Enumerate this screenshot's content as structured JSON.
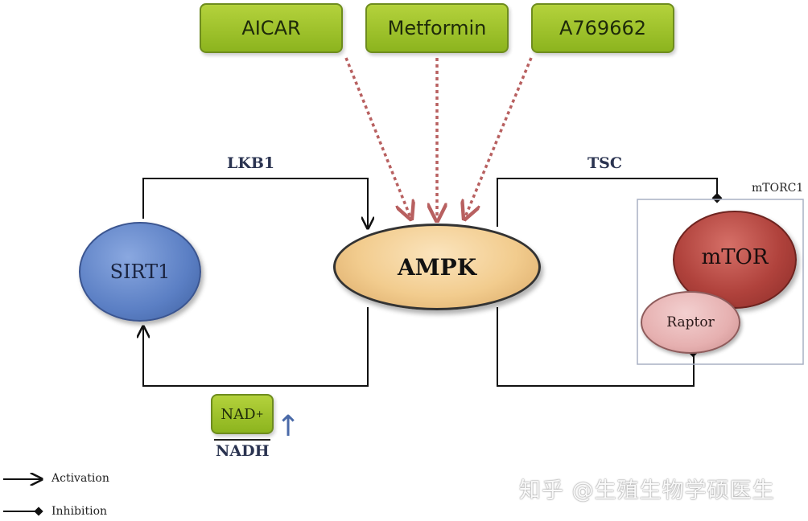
{
  "activators": [
    {
      "label": "AICAR"
    },
    {
      "label": "Metformin"
    },
    {
      "label": "A769662"
    }
  ],
  "nodes": {
    "sirt1": "SIRT1",
    "ampk": "AMPK",
    "mtor": "mTOR",
    "raptor": "Raptor"
  },
  "complex_label": "mTORC1",
  "edge_labels": {
    "lkb1": "LKB1",
    "tsc": "TSC"
  },
  "cofactor": {
    "nad": "NAD",
    "nad_superscript": "+",
    "nadh": "NADH",
    "trend_arrow": "↑"
  },
  "legend": {
    "activation": "Activation",
    "inhibition": "Inhibition"
  },
  "watermark": "知乎 @生殖生物学硕医生",
  "colors": {
    "activator_fill": "#9cc42a",
    "sirt1": "#5b7fc4",
    "ampk": "#f2cc8e",
    "mtor": "#b0423c",
    "raptor": "#e6b0b0",
    "dashed_arrow": "#b86060"
  }
}
